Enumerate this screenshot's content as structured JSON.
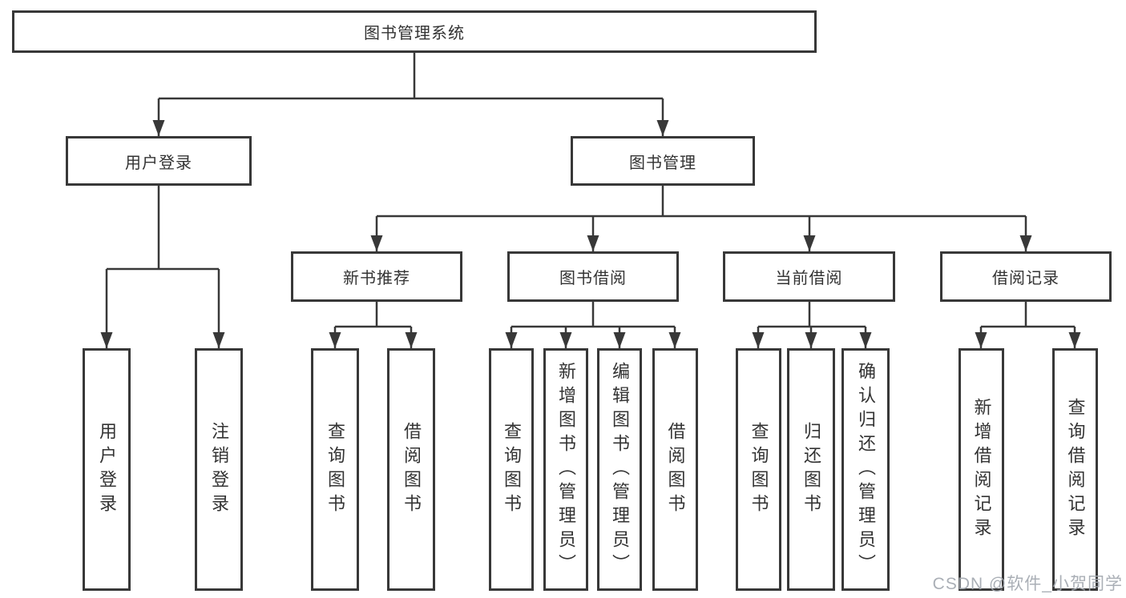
{
  "diagram": {
    "type": "hierarchy-tree",
    "root": {
      "label": "图书管理系统"
    },
    "branches": [
      {
        "label": "用户登录",
        "children": [
          {
            "label": "用户登录"
          },
          {
            "label": "注销登录"
          }
        ]
      },
      {
        "label": "图书管理",
        "children": [
          {
            "label": "新书推荐",
            "children": [
              {
                "label": "查询图书"
              },
              {
                "label": "借阅图书"
              }
            ]
          },
          {
            "label": "图书借阅",
            "children": [
              {
                "label": "查询图书"
              },
              {
                "label": "新增图书（管理员）"
              },
              {
                "label": "编辑图书（管理员）"
              },
              {
                "label": "借阅图书"
              }
            ]
          },
          {
            "label": "当前借阅",
            "children": [
              {
                "label": "查询图书"
              },
              {
                "label": "归还图书"
              },
              {
                "label": "确认归还（管理员）"
              }
            ]
          },
          {
            "label": "借阅记录",
            "children": [
              {
                "label": "新增借阅记录"
              },
              {
                "label": "查询借阅记录"
              }
            ]
          }
        ]
      }
    ]
  },
  "watermark": "CSDN @软件_小贺同学",
  "colors": {
    "line": "#383838",
    "box_border": "#383838",
    "text": "#333333",
    "watermark": "#a3a8b0",
    "background": "#ffffff"
  }
}
